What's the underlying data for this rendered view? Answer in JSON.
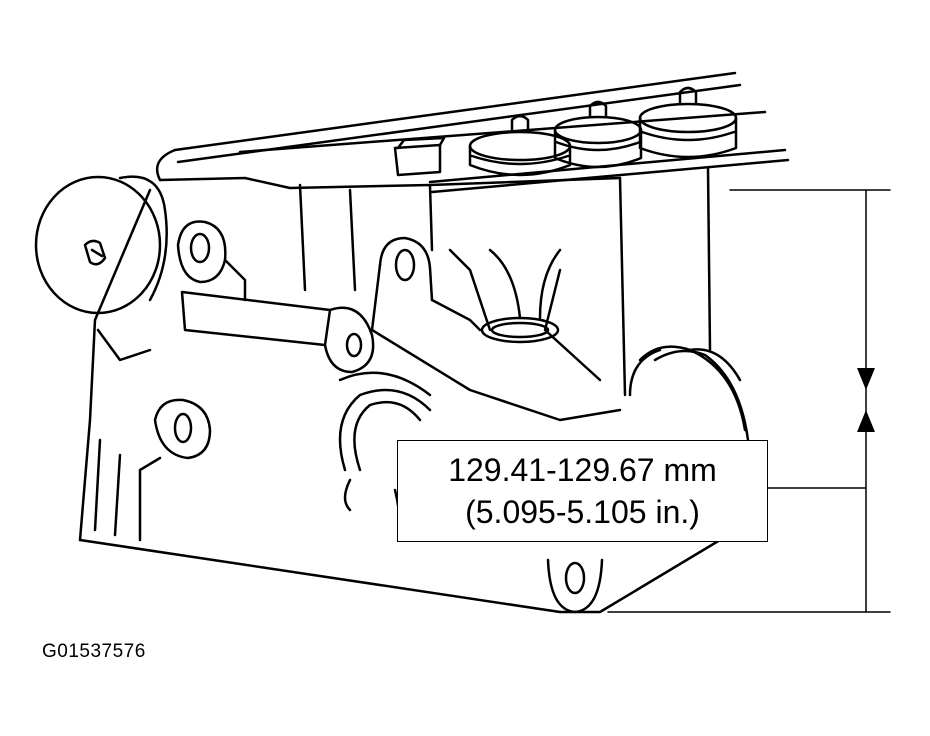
{
  "dimension": {
    "metric": "129.41-129.67 mm",
    "imperial": "(5.095-5.105 in.)"
  },
  "figure_id": "G01537576",
  "colors": {
    "line": "#000000",
    "background": "#ffffff"
  }
}
